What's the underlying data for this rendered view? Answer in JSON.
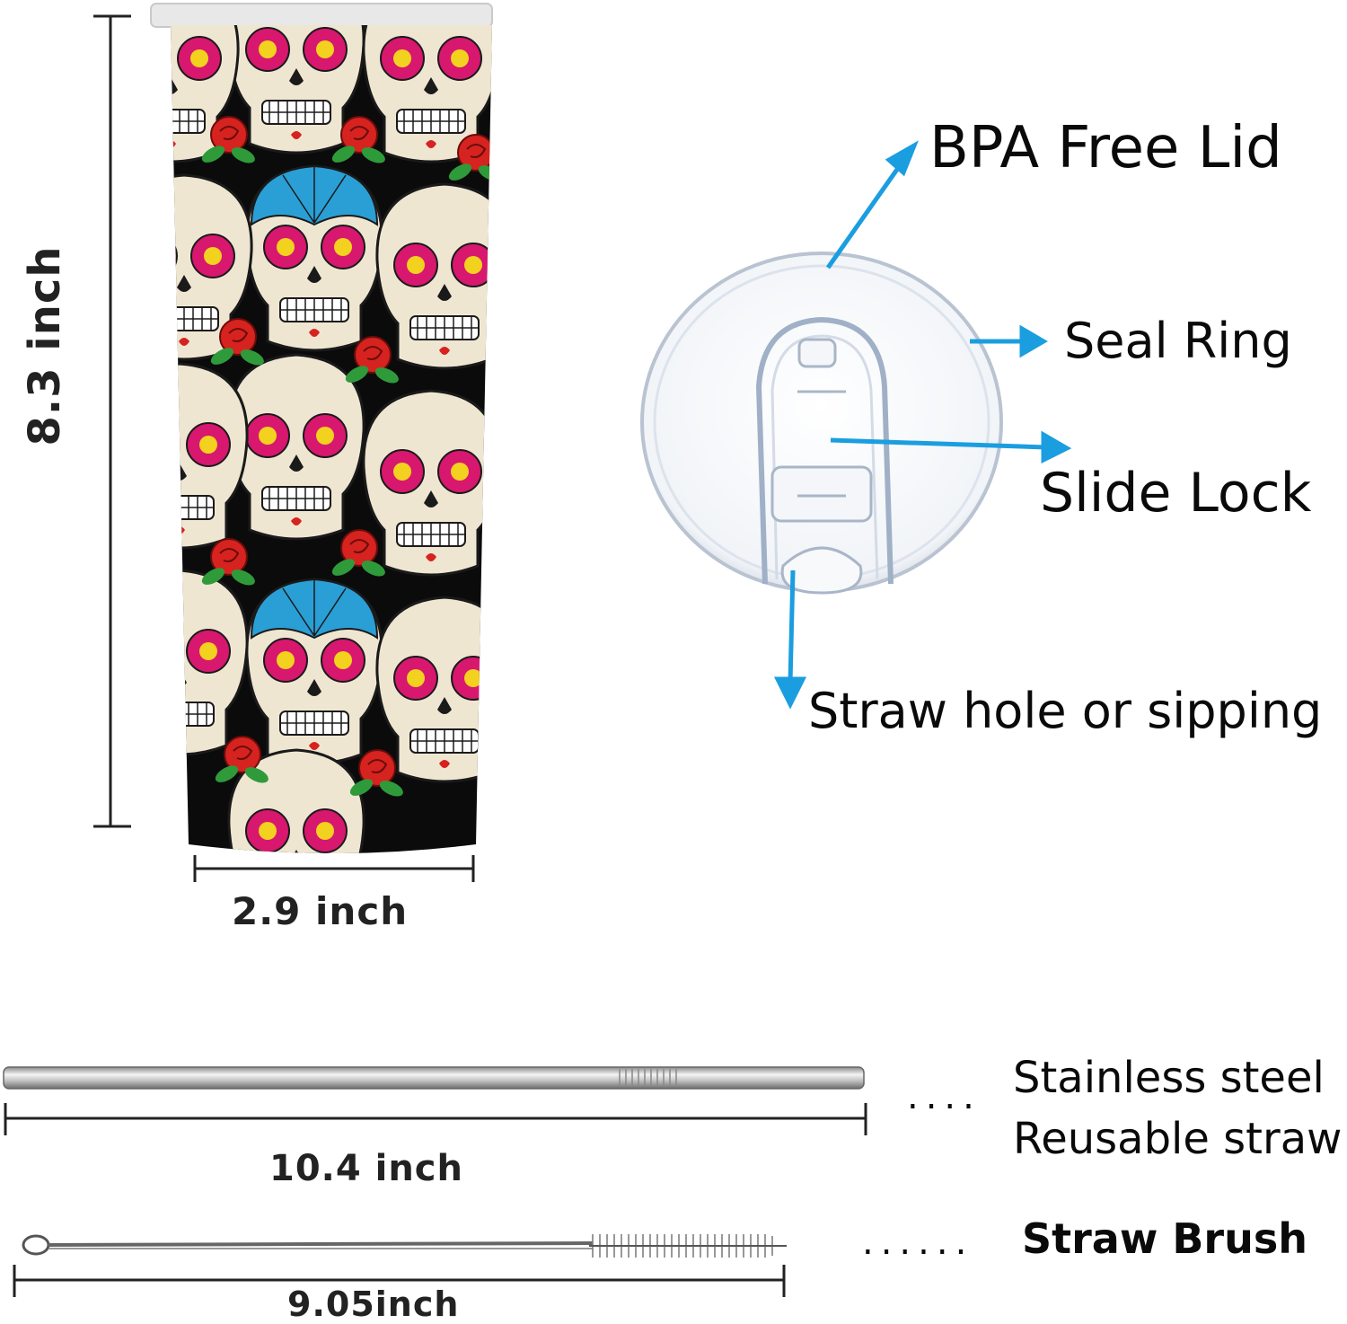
{
  "tumbler": {
    "height_label": "8.3 inch",
    "width_label": "2.9 inch",
    "pattern": "sugar-skull-pattern"
  },
  "lid": {
    "callouts": {
      "bpa_free_lid": "BPA Free Lid",
      "seal_ring": "Seal Ring",
      "slide_lock": "Slide Lock",
      "straw_hole": "Straw hole or sipping"
    }
  },
  "straw": {
    "length_label": "10.4 inch",
    "dots": "....",
    "label_line1": "Stainless steel",
    "label_line2": "Reusable straw"
  },
  "brush": {
    "length_label": "9.05inch",
    "dots": "......",
    "label": "Straw Brush"
  },
  "colors": {
    "arrow": "#1a9ee0",
    "tumbler_bg": "#0b0b0b",
    "skull": "#efe6d2",
    "rose": "#d6231f",
    "leaf": "#2f9a3a",
    "blue_cap": "#2a9fd6",
    "magenta": "#d8176f",
    "yellow": "#f2d21e"
  }
}
